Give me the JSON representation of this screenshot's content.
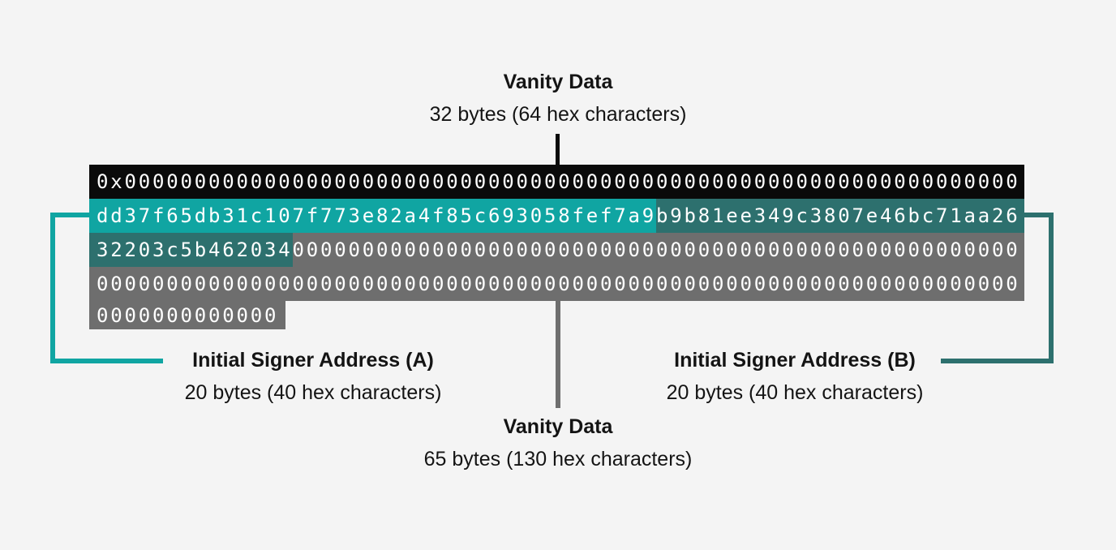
{
  "colors": {
    "background": "#f4f4f4",
    "black": "#0a0a0a",
    "teal_bright": "#10a5a2",
    "teal_dark": "#2d706e",
    "gray": "#6e6e6e",
    "text": "#141414",
    "hex_text": "#ffffff"
  },
  "top_label": {
    "title": "Vanity Data",
    "subtitle": "32 bytes (64 hex characters)"
  },
  "bottom_label": {
    "title": "Vanity Data",
    "subtitle": "65 bytes (130 hex characters)"
  },
  "label_a": {
    "title": "Initial Signer Address (A)",
    "subtitle": "20 bytes (40 hex characters)"
  },
  "label_b": {
    "title": "Initial Signer Address (B)",
    "subtitle": "20 bytes (40 hex characters)"
  },
  "hex_rows": [
    {
      "name": "hex-row-prefix",
      "segments": [
        {
          "name": "zero-prefix-segment",
          "bg": "black",
          "text": "0x0000000000000000000000000000000000000000000000000000000000000000"
        }
      ]
    },
    {
      "name": "hex-row-signers-1",
      "segments": [
        {
          "name": "signer-a-segment",
          "bg": "teal_bright",
          "text": "dd37f65db31c107f773e82a4f85c693058fef7a9"
        },
        {
          "name": "signer-b-segment-1",
          "bg": "teal_dark",
          "text": "b9b81ee349c3807e46bc71aa26"
        }
      ]
    },
    {
      "name": "hex-row-signers-2",
      "segments": [
        {
          "name": "signer-b-segment-2",
          "bg": "teal_dark",
          "text": "32203c5b462034"
        },
        {
          "name": "zero-padding-segment-1",
          "bg": "gray",
          "text": "0000000000000000000000000000000000000000000000000000"
        }
      ]
    },
    {
      "name": "hex-row-padding",
      "segments": [
        {
          "name": "zero-padding-segment-2",
          "bg": "gray",
          "text": "000000000000000000000000000000000000000000000000000000000000000000"
        }
      ]
    },
    {
      "name": "hex-row-padding-tail",
      "segments": [
        {
          "name": "zero-padding-segment-3",
          "bg": "gray",
          "text": "0000000000000"
        }
      ]
    }
  ]
}
